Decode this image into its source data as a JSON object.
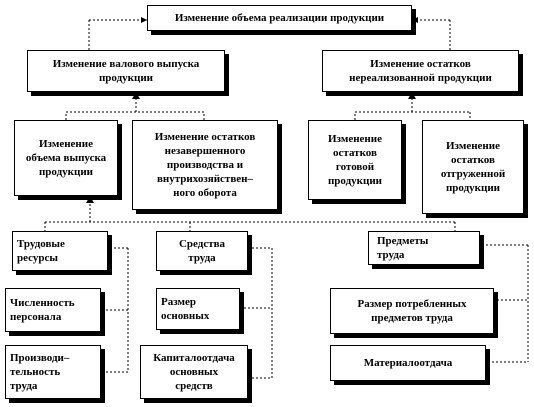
{
  "diagram": {
    "top": "Изменение объема реализации продукции",
    "l2_left": "Изменение валового выпуска\nпродукции",
    "l2_right": "Изменение остатков\nнереализованной продукции",
    "l3_a": "Изменение\nобъема выпуска\nпродукции",
    "l3_b": "Изменение  остатков\nнезавершенного\nпроизводства и\nвнутрихозяйствен–\nного оборота",
    "l3_c": "Изменение\nостатков\nготовой\nпродукции",
    "l3_d": "Изменение\nостатков\nотгруженной\nпродукции",
    "res_labor": "Трудовые\nресурсы",
    "res_means": "Средства\nтруда",
    "res_objects": "Предметы\nтруда",
    "f_staff": "Численность\nперсонала",
    "f_productivity": "Производи–\nтельность\nтруда",
    "f_fixed_assets": "Размер\nосновных",
    "f_capital_output": "Капиталоотдача\nосновных\nсредств",
    "f_consumed": "Размер потребленных\nпредметов труда",
    "f_material_output": "Материалоотдача"
  }
}
